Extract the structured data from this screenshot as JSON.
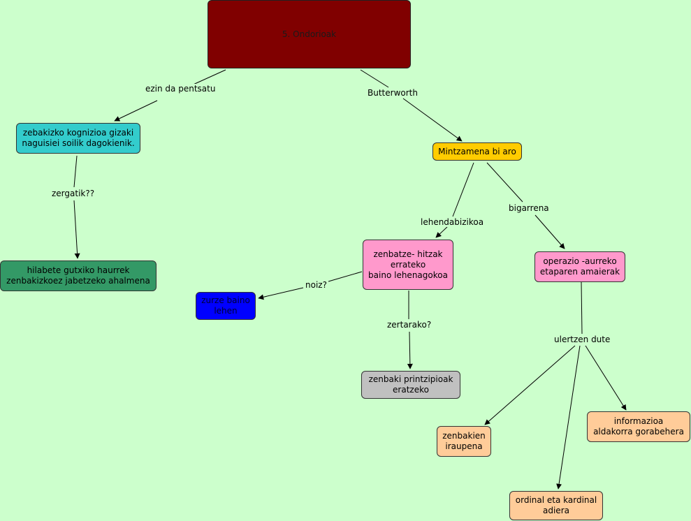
{
  "colors": {
    "background": "#ccffcc",
    "root": "#800000",
    "teal": "#33cccc",
    "green": "#339966",
    "yellow": "#ffcc00",
    "pink": "#ff99cc",
    "blue": "#0000ff",
    "gray": "#c0c0c0",
    "peach": "#ffcc99"
  },
  "nodes": {
    "root": "5. Ondorioak",
    "kognizioa": "zebakizko kognizioa gizaki\nnaguisiei soilik dagokienik.",
    "hilabete": "hilabete gutxiko haurrek\nzenbakizkoez jabetzeko ahalmena",
    "mintzamena": "Mintzamena bi aro",
    "zenbatze": "zenbatze- hitzak\nerrateko\nbaino lehenagokoa",
    "operazio": "operazio -aurreko\netaparen amaierak",
    "zurze": "zurze baino\nlehen",
    "printzipioak": "zenbaki printzipioak\neratzeko",
    "iraupena": "zenbakien\niraupena",
    "informazioa": "informazioa\naldakorra gorabehera",
    "ordinal": "ordinal eta kardinal\nadiera"
  },
  "links": {
    "ezin": "ezin da pentsatu",
    "butterworth": "Butterworth",
    "zergatik": "zergatik??",
    "lehendabizikoa": "lehendabizikoa",
    "bigarrena": "bigarrena",
    "noiz": "noiz?",
    "zertarako": "zertarako?",
    "ulertzen": "ulertzen dute"
  }
}
